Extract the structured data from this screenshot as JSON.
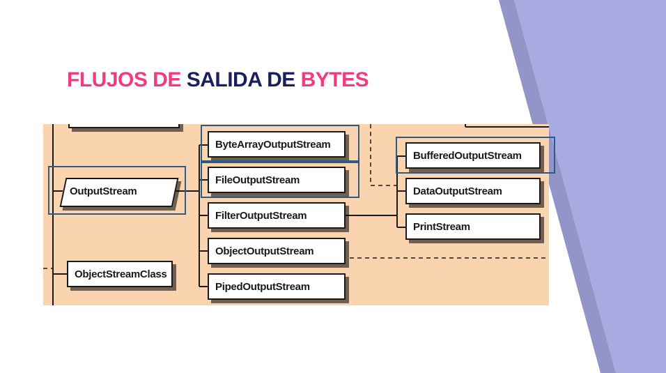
{
  "slide": {
    "title_parts": [
      "FLUJOS DE",
      "SALIDA DE",
      "BYTES"
    ],
    "colors": {
      "pink": "#ef3c7e",
      "navy": "#1b1f5e",
      "lavender": "#a8aae2",
      "diagram_bg": "#fad3af",
      "highlight": "#2d5b86"
    }
  },
  "diagram": {
    "abstract_class": "OutputStream",
    "side_class": "ObjectStreamClass",
    "subclasses": [
      "ByteArrayOutputStream",
      "FileOutputStream",
      "FilterOutputStream",
      "ObjectOutputStream",
      "PipedOutputStream"
    ],
    "filter_subclasses": [
      "BufferedOutputStream",
      "DataOutputStream",
      "PrintStream"
    ]
  }
}
